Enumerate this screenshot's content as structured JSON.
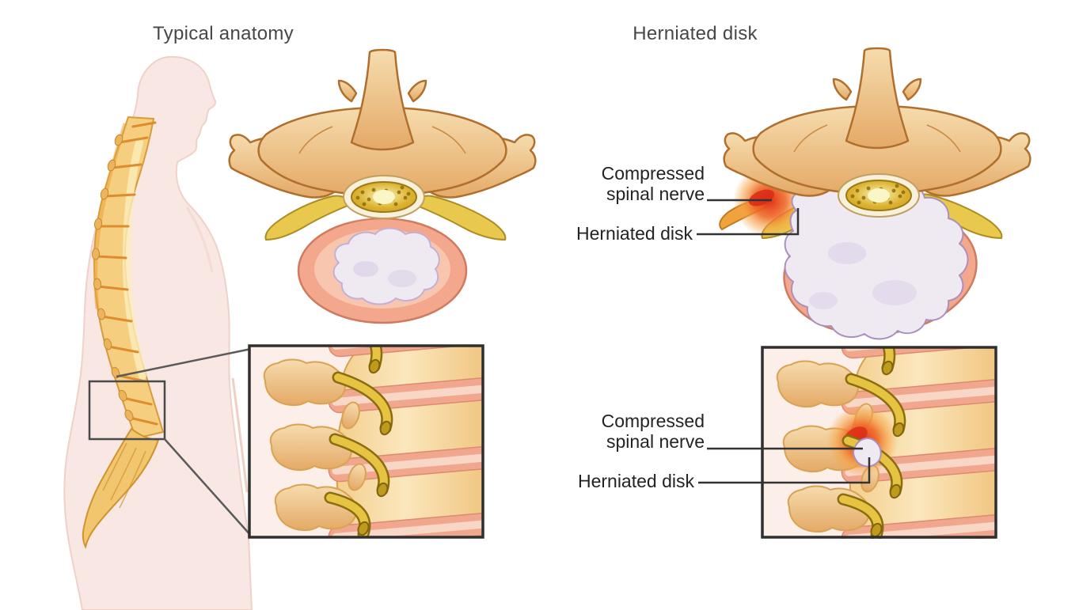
{
  "titles": {
    "typical": "Typical anatomy",
    "herniated": "Herniated disk"
  },
  "labels": {
    "axial_compressed": {
      "line1": "Compressed",
      "line2": "spinal nerve"
    },
    "axial_herniated": "Herniated disk",
    "lateral_compressed": {
      "line1": "Compressed",
      "line2": "spinal nerve"
    },
    "lateral_herniated": "Herniated disk"
  },
  "panels": {
    "left": "human side profile with full spine and lumbar callout box",
    "center_top": "vertebra axial view with normal disk",
    "center_bottom": "lumbar spine lateral inset, normal",
    "right_top": "vertebra axial view with herniated disk compressing spinal nerve",
    "right_bottom": "lumbar spine lateral inset with herniation"
  },
  "colors": {
    "background": "#ffffff",
    "skin": "#f8e7e2",
    "skin_edge": "#eed2c9",
    "bone": "#eec08a",
    "bone_outline": "#b06f2d",
    "spine_yellow": "#f5cf7f",
    "nerve_yellow": "#e9c84e",
    "disk_salmon": "#f3a78c",
    "disk_inner": "#f8c6ae",
    "nucleus_white": "#efe9f2",
    "nucleus_outline": "#ab8fbe",
    "inflamed_red": "#e23018",
    "inflamed_orange": "#f49a3c",
    "inset_background": "#fceee8",
    "inset_border": "#2f2f2f",
    "leader_line": "#333333",
    "callout_box": "#4a4a4a",
    "label_text": "#232323",
    "title_text": "#474747"
  }
}
